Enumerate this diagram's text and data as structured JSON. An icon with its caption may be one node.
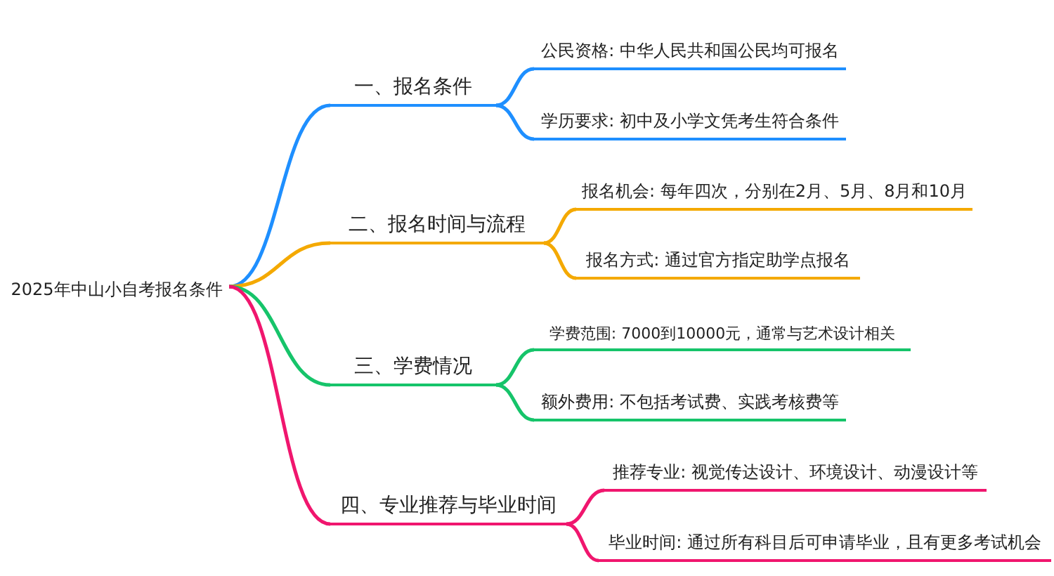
{
  "diagram": {
    "nodes": [
      {
        "text": [
          "2025年中山小自考报名条件"
        ]
      },
      {
        "text": [
          "一、报名条件"
        ]
      },
      {
        "text": [
          "公民资格: 中华人民共和国公民均可报名"
        ]
      },
      {
        "text": [
          "学历要求: 初中及小学文凭考生符合条件"
        ]
      },
      {
        "text": [
          "二、报名时间与流程"
        ]
      },
      {
        "text": [
          "报名机会: 每年四次，分别在2月、5月、8月和10月"
        ]
      },
      {
        "text": [
          "报名方式: 通过官方指定助学点报名"
        ]
      },
      {
        "text": [
          "三、学费情况"
        ]
      },
      {
        "text": [
          "学费范围: 7000到10000元，通常与艺术设计相关"
        ]
      },
      {
        "text": [
          "额外费用: 不包括考试费、实践考核费等"
        ]
      },
      {
        "text": [
          "四、专业推荐与毕业时间"
        ]
      },
      {
        "text": [
          "推荐专业: 视觉传达设计、环境设计、动漫设计等"
        ]
      },
      {
        "text": [
          "毕业时间: 通过所有科目后可申请毕业，且有更多考试机会"
        ]
      }
    ],
    "edges": [
      {
        "from": 0,
        "to": 1,
        "arrow": "none",
        "color": "#1e8fff"
      },
      {
        "from": 1,
        "to": 2,
        "arrow": "none",
        "color": "#1e8fff"
      },
      {
        "from": 1,
        "to": 3,
        "arrow": "none",
        "color": "#1e8fff"
      },
      {
        "from": 0,
        "to": 4,
        "arrow": "none",
        "color": "#f4a900"
      },
      {
        "from": 4,
        "to": 5,
        "arrow": "none",
        "color": "#f4a900"
      },
      {
        "from": 4,
        "to": 6,
        "arrow": "none",
        "color": "#f4a900"
      },
      {
        "from": 0,
        "to": 7,
        "arrow": "none",
        "color": "#16c46a"
      },
      {
        "from": 7,
        "to": 8,
        "arrow": "none",
        "color": "#16c46a"
      },
      {
        "from": 7,
        "to": 9,
        "arrow": "none",
        "color": "#16c46a"
      },
      {
        "from": 0,
        "to": 10,
        "arrow": "none",
        "color": "#f0166e"
      },
      {
        "from": 10,
        "to": 11,
        "arrow": "none",
        "color": "#f0166e"
      },
      {
        "from": 10,
        "to": 12,
        "arrow": "none",
        "color": "#f0166e"
      }
    ]
  }
}
